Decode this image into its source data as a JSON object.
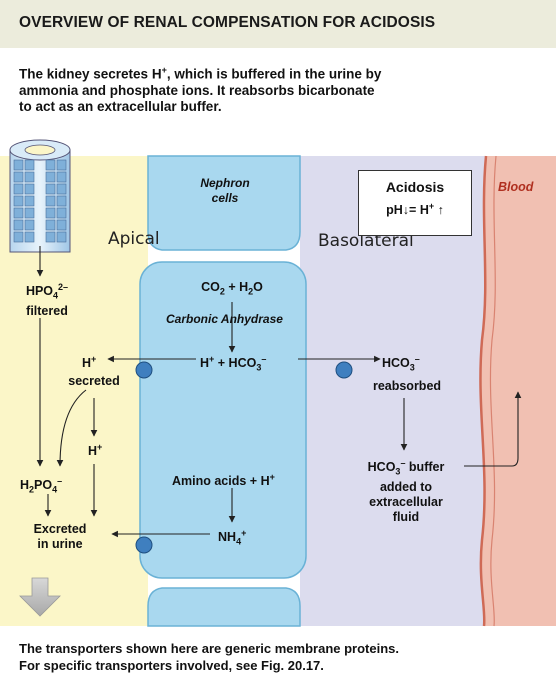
{
  "title": "OVERVIEW OF RENAL COMPENSATION FOR ACIDOSIS",
  "intro": {
    "line1_pre": "The kidney secretes H",
    "line1_sup": "+",
    "line1_post": ", which is buffered in the urine by",
    "line2": "ammonia and phosphate ions. It reabsorbs bicarbonate",
    "line3": "to act as an extracellular buffer."
  },
  "regions": {
    "nephron_line1": "Nephron",
    "nephron_line2": "cells",
    "apical": "Apical",
    "basolateral": "Basolateral",
    "blood": "Blood"
  },
  "acidosis_box": {
    "title": "Acidosis",
    "ph_pre": "pH",
    "ph_mid": "= H",
    "ph_sup": "+"
  },
  "labels": {
    "hpo4_main": "HPO",
    "hpo4_sub": "4",
    "hpo4_sup": "2–",
    "filtered": "filtered",
    "co2_a": "CO",
    "co2_sub": "2",
    "co2_b": " + H",
    "h2o_sub": "2",
    "co2_c": "O",
    "carbonic_anhydrase": "Carbonic Anhydrase",
    "h_hco3_a": "H",
    "h_hco3_sup1": "+",
    "h_hco3_b": " + HCO",
    "h_hco3_sub": "3",
    "h_hco3_sup2": "–",
    "h_secreted_a": "H",
    "h_secreted_sup": "+",
    "secreted": "secreted",
    "h_mid_a": "H",
    "h_mid_sup": "+",
    "hco3_reab_a": "HCO",
    "hco3_reab_sub": "3",
    "hco3_reab_sup": "–",
    "reabsorbed": "reabsorbed",
    "h2po4_a": "H",
    "h2po4_sub1": "2",
    "h2po4_b": "PO",
    "h2po4_sub2": "4",
    "h2po4_sup": "–",
    "amino_a": "Amino acids + H",
    "amino_sup": "+",
    "hco3_buffer_a": "HCO",
    "hco3_buffer_sub": "3",
    "hco3_buffer_sup": "–",
    "hco3_buffer_b": " buffer",
    "added_to": "added to",
    "extracellular": "extracellular",
    "fluid": "fluid",
    "excreted": "Excreted",
    "in_urine": "in urine",
    "nh4_a": "NH",
    "nh4_sub": "4",
    "nh4_sup": "+"
  },
  "footer": {
    "line1": "The transporters shown here are generic membrane proteins.",
    "line2": "For specific transporters involved, see Fig. 20.17."
  },
  "colors": {
    "header_bg": "#ececdc",
    "lumen": "#fbf6c8",
    "cell": "#a9d8ef",
    "cell_edge": "#6ab2d6",
    "interstitium": "#dcdcee",
    "blood": "#f1c0b2",
    "blood_edge": "#cf6a56",
    "transporter": "#3f7fbf"
  }
}
